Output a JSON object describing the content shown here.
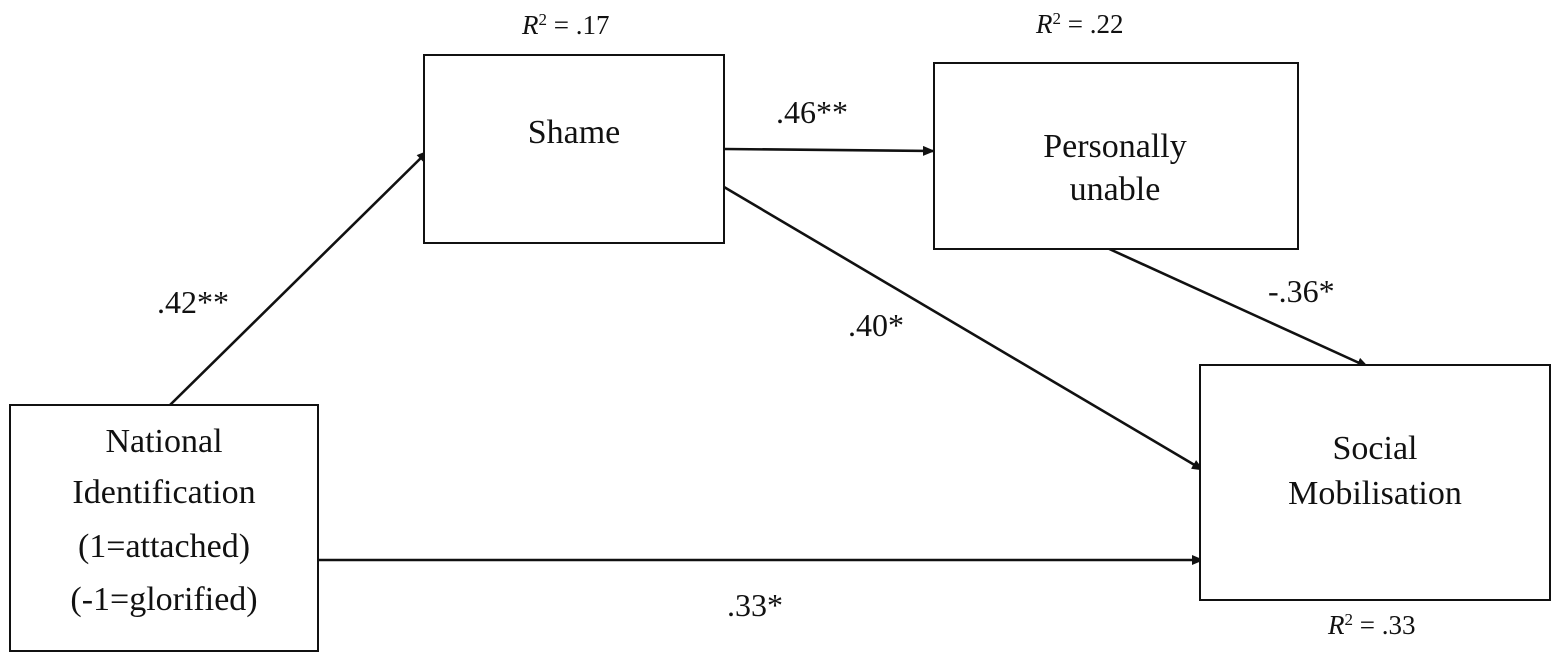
{
  "nodes": {
    "national_identification": {
      "lines": [
        "National",
        "Identification",
        "(1=attached)",
        "(-1=glorified)"
      ]
    },
    "shame": {
      "lines": [
        "Shame"
      ]
    },
    "personally_unable": {
      "lines": [
        "Personally",
        "unable"
      ]
    },
    "social_mobilisation": {
      "lines": [
        "Social",
        "Mobilisation"
      ]
    }
  },
  "r_squared": {
    "label": "R",
    "exponent": "2",
    "shame": " = .17",
    "personally_unable": " = .22",
    "social_mobilisation": " = .33"
  },
  "paths": {
    "ni_to_shame": ".42**",
    "shame_to_personally_unable": ".46**",
    "shame_to_social_mobilisation": ".40*",
    "personally_unable_to_social_mobilisation": "-.36*",
    "ni_to_social_mobilisation": ".33*"
  },
  "colors": {
    "line": "#111111",
    "background": "#ffffff"
  }
}
